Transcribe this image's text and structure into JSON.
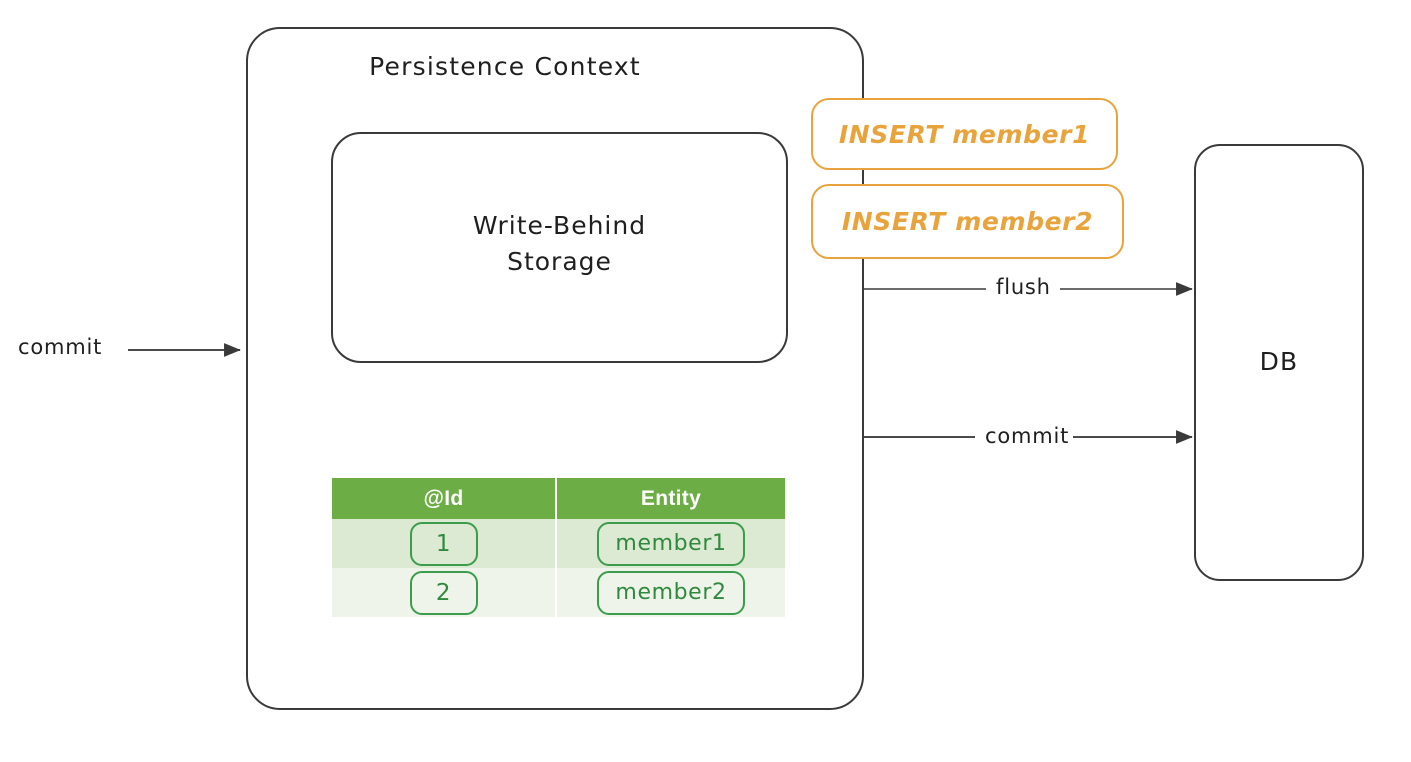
{
  "diagram": {
    "title": "Persistence Context write-behind flush diagram",
    "colors": {
      "stroke": "#3a3a3a",
      "orange": "#E8A33C",
      "table_header": "#6CAE45",
      "table_row_a": "#DCE9D3",
      "table_row_b": "#EEF4EA",
      "pill_green": "#3C9C4B",
      "background": "#FFFFFF"
    }
  },
  "persistence_context": {
    "title": "Persistence Context",
    "write_behind": {
      "line1": "Write-Behind",
      "line2": "Storage"
    }
  },
  "sql_buffer": {
    "statements": [
      {
        "label": "INSERT member1"
      },
      {
        "label": "INSERT member2"
      }
    ]
  },
  "database": {
    "title": "DB"
  },
  "arrows": [
    {
      "name": "commit-in",
      "label": "commit",
      "direction": "right"
    },
    {
      "name": "flush-out",
      "label": "flush",
      "direction": "right"
    },
    {
      "name": "commit-out",
      "label": "commit",
      "direction": "right"
    }
  ],
  "entity_table": {
    "headers": [
      "@Id",
      "Entity"
    ],
    "rows": [
      {
        "id": "1",
        "entity": "member1"
      },
      {
        "id": "2",
        "entity": "member2"
      }
    ]
  }
}
